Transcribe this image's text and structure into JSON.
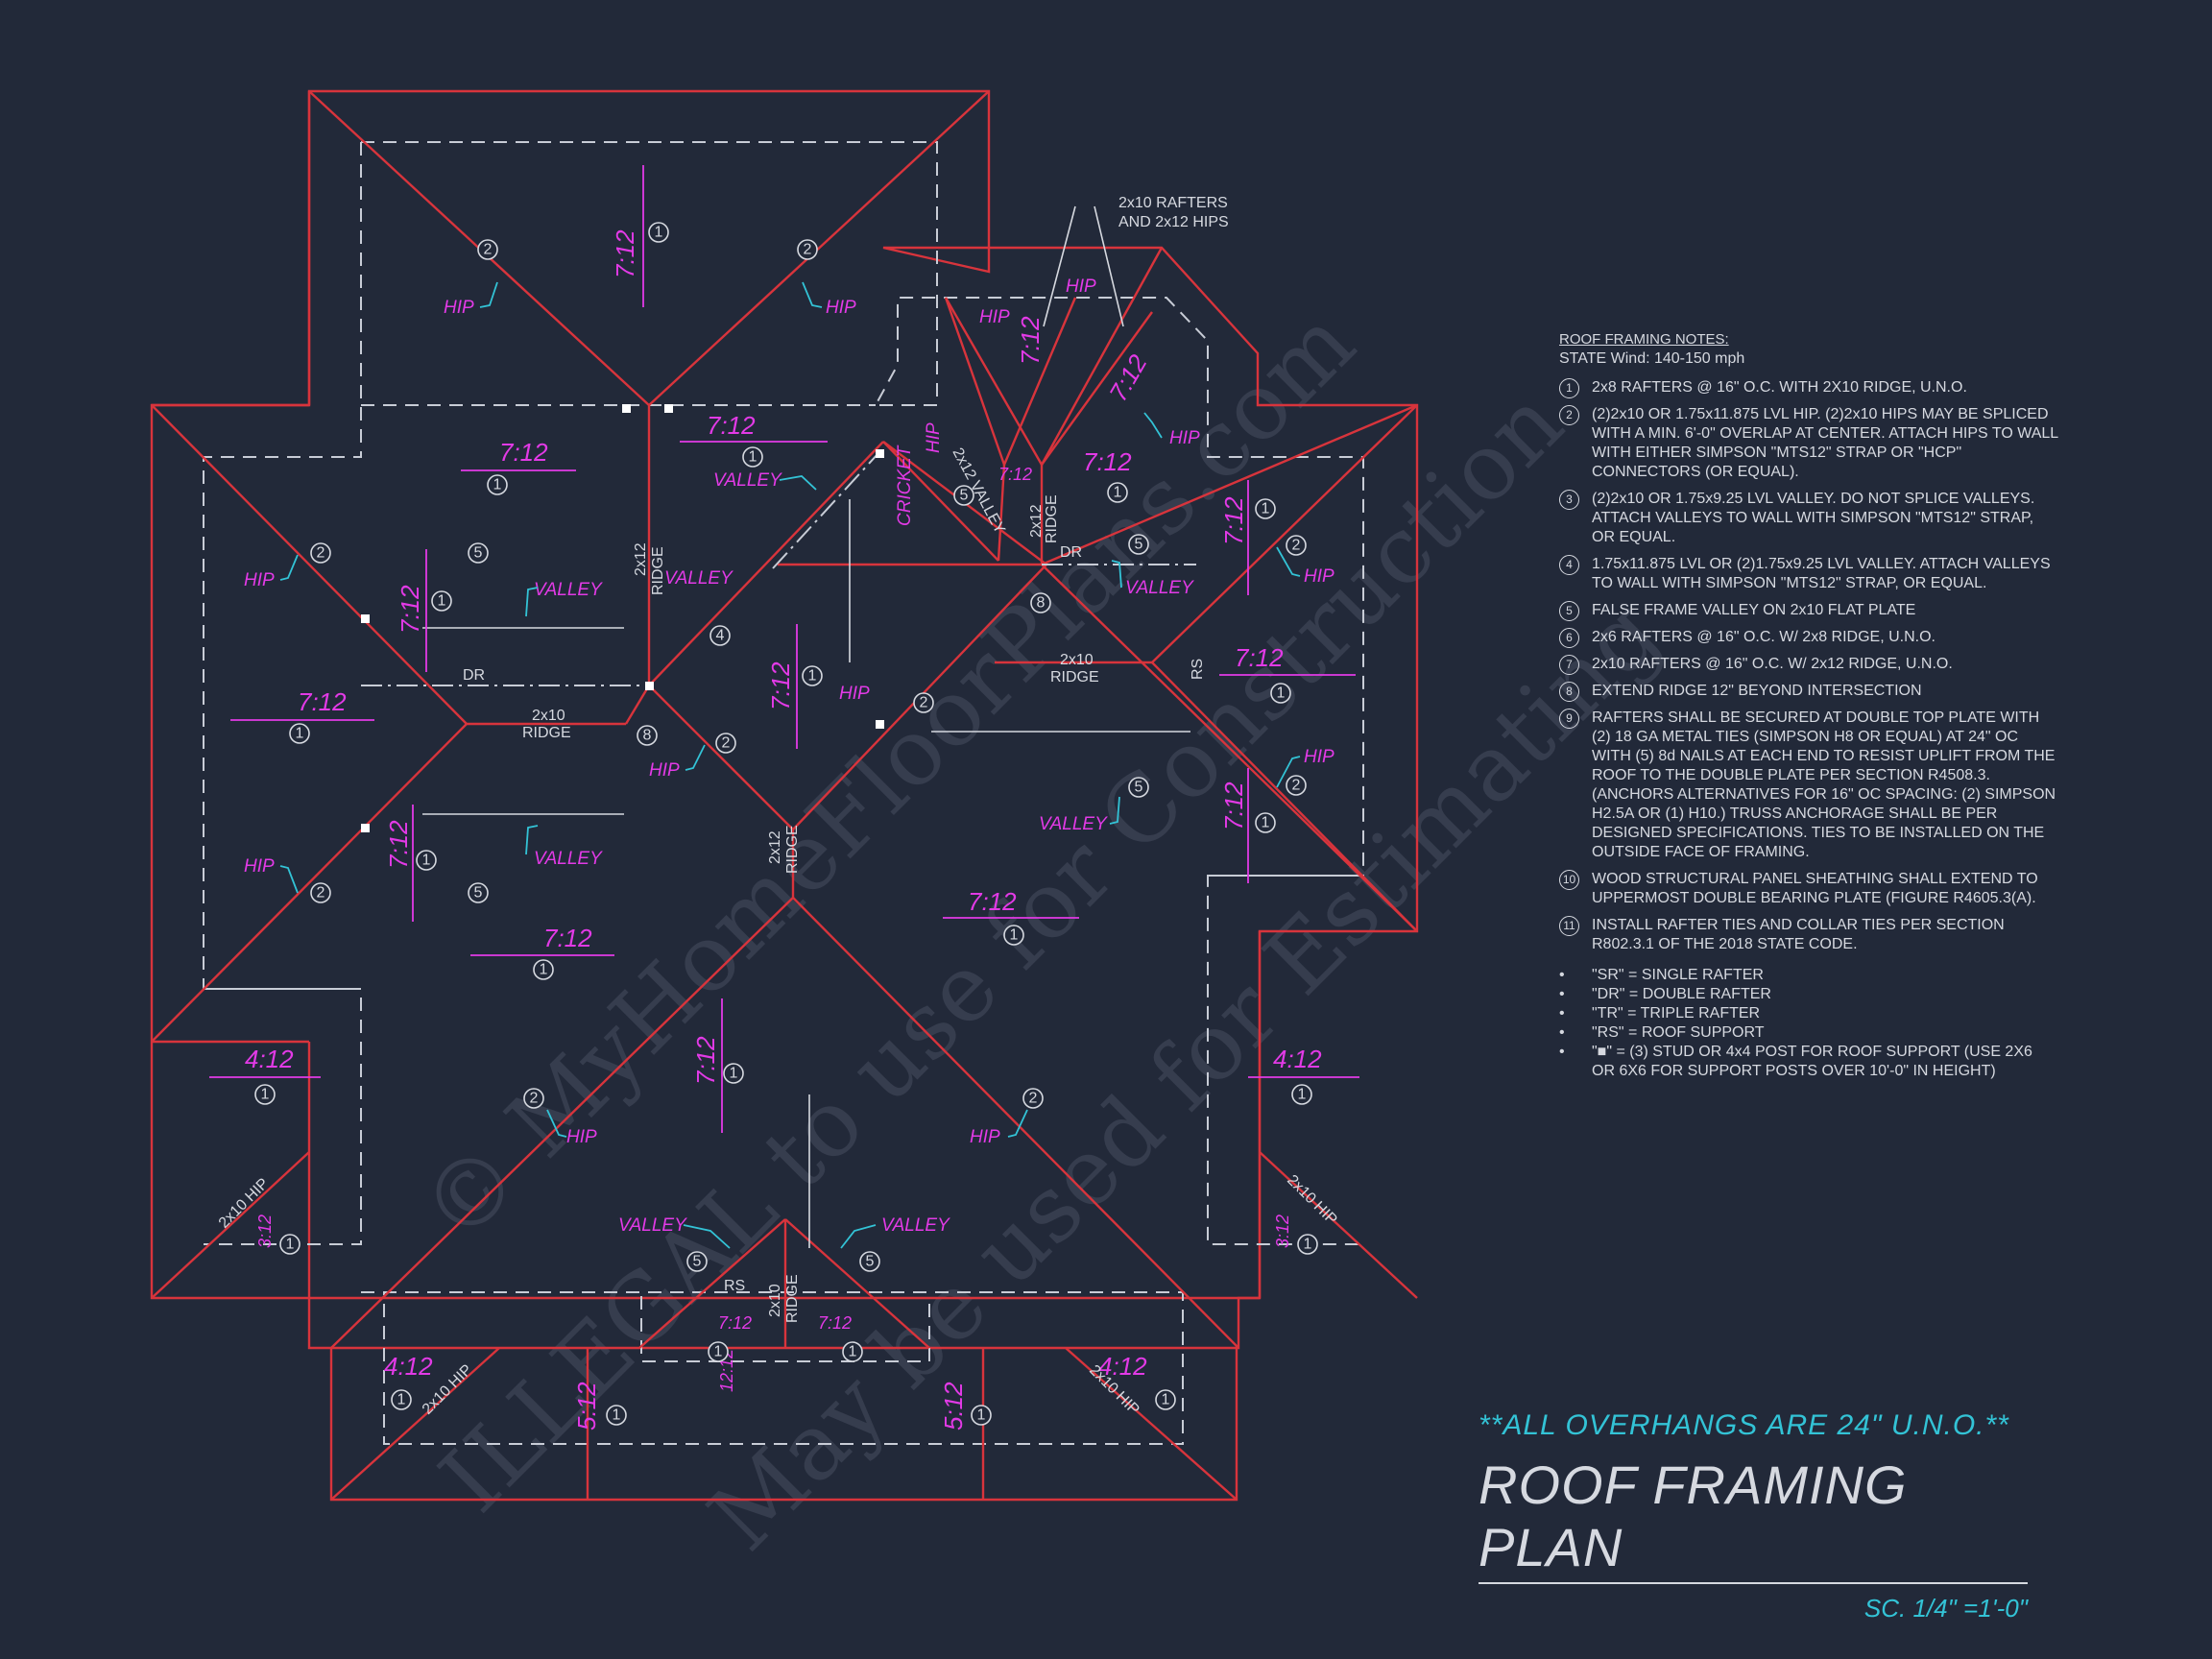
{
  "watermark": {
    "line1": "© MyHomeFloorPlans.com",
    "line2": "ILLEGAL to use for Construction",
    "line3": "May be used for Estimating"
  },
  "notes": {
    "heading": "ROOF FRAMING NOTES:",
    "wind": "STATE Wind: 140-150 mph",
    "items": [
      {
        "n": "1",
        "text": "2x8 RAFTERS @ 16\" O.C. WITH 2X10 RIDGE, U.N.O."
      },
      {
        "n": "2",
        "text": "(2)2x10 OR 1.75x11.875 LVL HIP.  (2)2x10 HIPS MAY BE SPLICED WITH A MIN. 6'-0\" OVERLAP AT CENTER. ATTACH HIPS TO WALL WITH EITHER SIMPSON \"MTS12\" STRAP OR \"HCP\" CONNECTORS (OR EQUAL)."
      },
      {
        "n": "3",
        "text": "(2)2x10 OR 1.75x9.25 LVL VALLEY.  DO NOT SPLICE VALLEYS.  ATTACH VALLEYS TO WALL WITH  SIMPSON \"MTS12\" STRAP, OR EQUAL."
      },
      {
        "n": "4",
        "text": "1.75x11.875 LVL OR (2)1.75x9.25 LVL VALLEY.  ATTACH VALLEYS TO WALL WITH SIMPSON \"MTS12\" STRAP, OR EQUAL."
      },
      {
        "n": "5",
        "text": "FALSE FRAME VALLEY ON 2x10 FLAT PLATE"
      },
      {
        "n": "6",
        "text": "2x6 RAFTERS @ 16\" O.C. W/ 2x8 RIDGE, U.N.O."
      },
      {
        "n": "7",
        "text": "2x10 RAFTERS @ 16\" O.C. W/ 2x12 RIDGE, U.N.O."
      },
      {
        "n": "8",
        "text": "EXTEND RIDGE 12\" BEYOND INTERSECTION"
      },
      {
        "n": "9",
        "text": "RAFTERS SHALL BE SECURED AT DOUBLE TOP PLATE WITH (2) 18 GA METAL TIES (SIMPSON H8 OR EQUAL) AT 24\" OC WITH (5) 8d NAILS AT EACH END TO RESIST UPLIFT FROM THE ROOF TO THE DOUBLE PLATE PER SECTION R4508.3. (ANCHORS ALTERNATIVES FOR 16\" OC SPACING: (2) SIMPSON H2.5A OR (1) H10.) TRUSS ANCHORAGE SHALL BE PER DESIGNED SPECIFICATIONS. TIES TO BE INSTALLED ON THE OUTSIDE FACE OF FRAMING."
      },
      {
        "n": "10",
        "text": "WOOD STRUCTURAL PANEL SHEATHING SHALL EXTEND TO UPPERMOST DOUBLE BEARING PLATE (FIGURE R4605.3(A)."
      },
      {
        "n": "11",
        "text": "INSTALL RAFTER TIES AND COLLAR TIES PER SECTION R802.3.1 OF THE 2018 STATE CODE."
      }
    ],
    "legend": [
      "\"SR\"  = SINGLE RAFTER",
      "\"DR\" = DOUBLE RAFTER",
      "\"TR\" = TRIPLE RAFTER",
      "\"RS\" = ROOF SUPPORT",
      "\"■\" = (3) STUD OR 4x4 POST FOR ROOF SUPPORT (USE 2X6 OR 6X6 FOR SUPPORT POSTS OVER 10'-0\" IN HEIGHT)"
    ]
  },
  "title_block": {
    "overhangs": "**ALL OVERHANGS ARE 24\" U.N.O.**",
    "title": "ROOF FRAMING PLAN",
    "scale": "SC. 1/4\" =1'-0\""
  },
  "plan_labels": {
    "rafters_callout_1": "2x10 RAFTERS",
    "rafters_callout_2": "AND 2x12 HIPS",
    "pitch_712": "7:12",
    "pitch_412": "4:12",
    "pitch_512": "5:12",
    "pitch_312": "3:12",
    "pitch_1212": "12:12",
    "hip": "HIP",
    "valley": "VALLEY",
    "cricket": "CRICKET",
    "dr": "DR",
    "rs": "RS",
    "ridge_2x10": "2x10",
    "ridge_word": "RIDGE",
    "ridge_2x12": "2x12",
    "hip_2x10": "2x10 HIP",
    "valley_2x12": "2x12 VALLEY"
  }
}
